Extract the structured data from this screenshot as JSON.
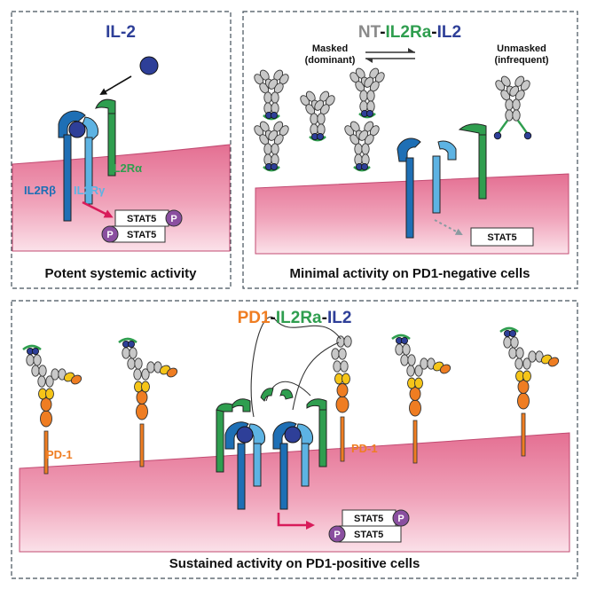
{
  "colors": {
    "il2": "#2e3f98",
    "il2ra": "#2f9e4f",
    "il2rb": "#1e6fb5",
    "il2rg": "#5db3e3",
    "pd1": "#ef7d22",
    "nt": "#8a8a8a",
    "membrane": "#e87f9d",
    "arrow": "#d81b5a",
    "stat_p": "#8a4fa0",
    "frame": "#44505a",
    "fab_domain": "#c8c8c8"
  },
  "panel_a": {
    "title": "IL-2",
    "receptor_alpha": "IL2Rα",
    "receptor_beta": "IL2Rβ",
    "receptor_gamma": "IL2Rγ",
    "stat5_top": "STAT5",
    "stat5_bottom": "STAT5",
    "phospho": "P",
    "caption": "Potent systemic activity"
  },
  "panel_b": {
    "title_nt": "NT",
    "title_dash1": "-",
    "title_il2ra": "IL2Ra",
    "title_dash2": "-",
    "title_il2": "IL2",
    "masked_label": "Masked",
    "masked_sub": "(dominant)",
    "unmasked_label": "Unmasked",
    "unmasked_sub": "(infrequent)",
    "stat5": "STAT5",
    "caption": "Minimal activity on PD1-negative cells"
  },
  "panel_c": {
    "title_pd1": "PD1",
    "title_dash1": "-",
    "title_il2ra": "IL2Ra",
    "title_dash2": "-",
    "title_il2": "IL2",
    "pd1_left": "PD-1",
    "pd1_right": "PD-1",
    "stat5_top": "STAT5",
    "stat5_bottom": "STAT5",
    "phospho": "P",
    "caption": "Sustained activity on PD1-positive cells"
  }
}
